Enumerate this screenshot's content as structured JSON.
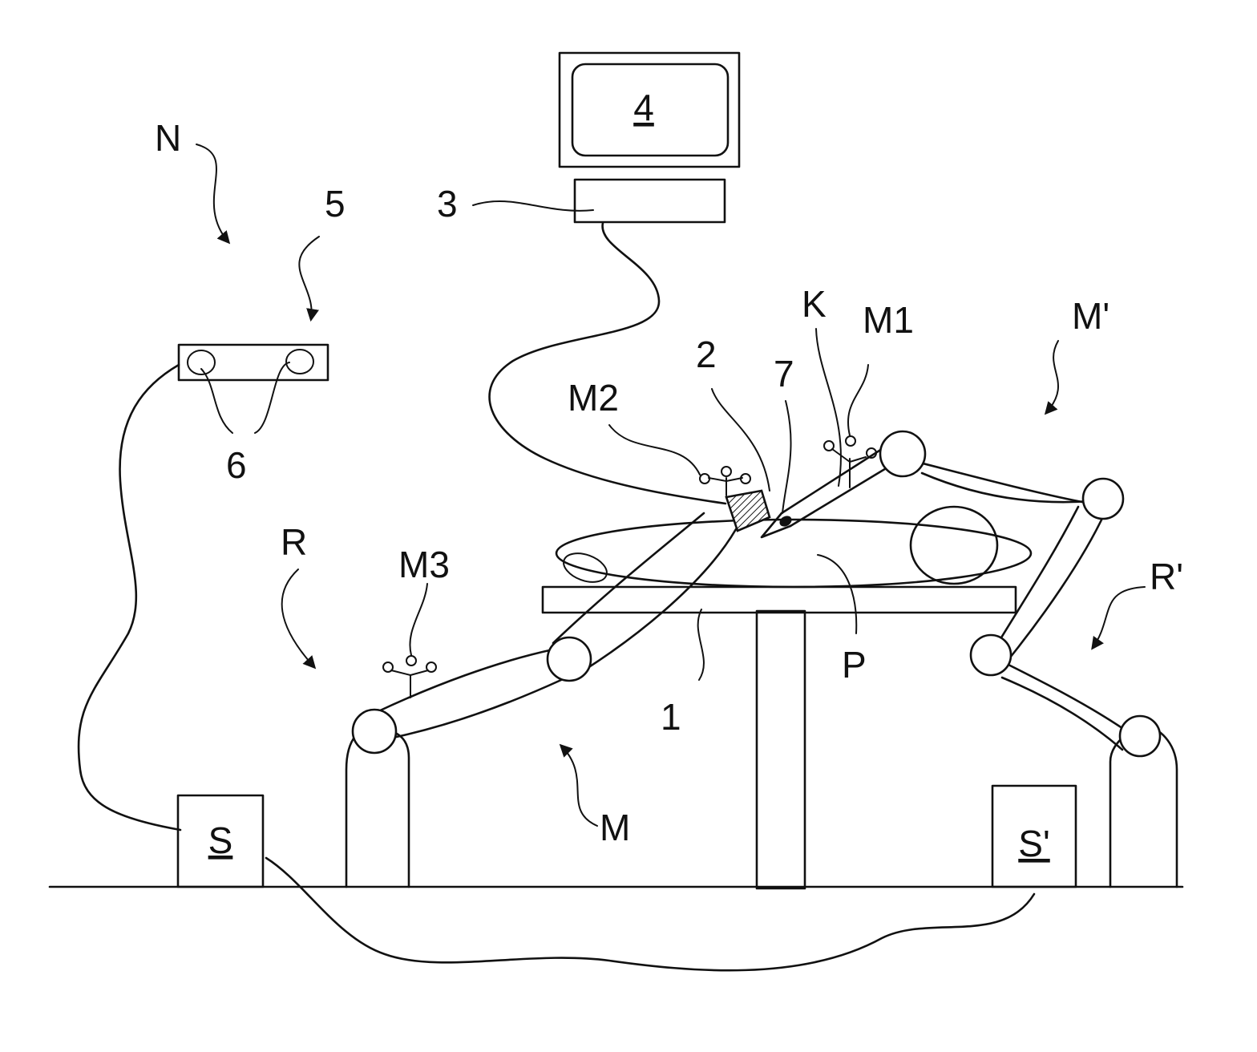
{
  "labels": {
    "monitor": "4",
    "computer": "3",
    "navigation": "N",
    "camera_unit": "5",
    "cameras": "6",
    "robot_left": "R",
    "robot_right": "R'",
    "manip_left": "M",
    "manip_right": "M'",
    "marker_1": "M1",
    "marker_2": "M2",
    "marker_3": "M3",
    "instrument": "K",
    "tip": "7",
    "imager": "2",
    "table": "1",
    "patient": "P",
    "ctrl_left": "S",
    "ctrl_right": "S'"
  }
}
